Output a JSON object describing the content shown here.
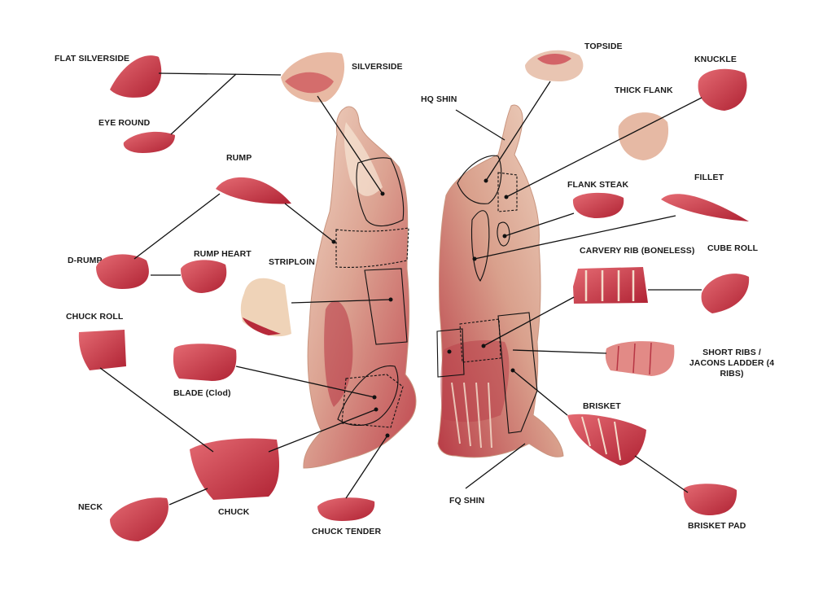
{
  "labels": {
    "flat_silverside": "FLAT SILVERSIDE",
    "silverside": "SILVERSIDE",
    "eye_round": "EYE ROUND",
    "rump": "RUMP",
    "d_rump": "D-RUMP",
    "rump_heart": "RUMP HEART",
    "striploin": "STRIPLOIN",
    "chuck_roll": "CHUCK ROLL",
    "blade": "BLADE (Clod)",
    "neck": "NECK",
    "chuck": "CHUCK",
    "chuck_tender": "CHUCK TENDER",
    "topside": "TOPSIDE",
    "knuckle": "KNUCKLE",
    "hq_shin": "HQ SHIN",
    "thick_flank": "THICK FLANK",
    "fillet": "FILLET",
    "flank_steak": "FLANK STEAK",
    "carvery_rib": "CARVERY RIB (BONELESS)",
    "cube_roll": "CUBE ROLL",
    "short_ribs": "SHORT RIBS / JACONS LADDER (4 RIBS)",
    "brisket": "BRISKET",
    "fq_shin": "FQ SHIN",
    "brisket_pad": "BRISKET PAD"
  },
  "colors": {
    "meat_dark": "#b8283a",
    "meat_mid": "#d8505c",
    "fat": "#f1dcc6",
    "line": "#111111"
  }
}
